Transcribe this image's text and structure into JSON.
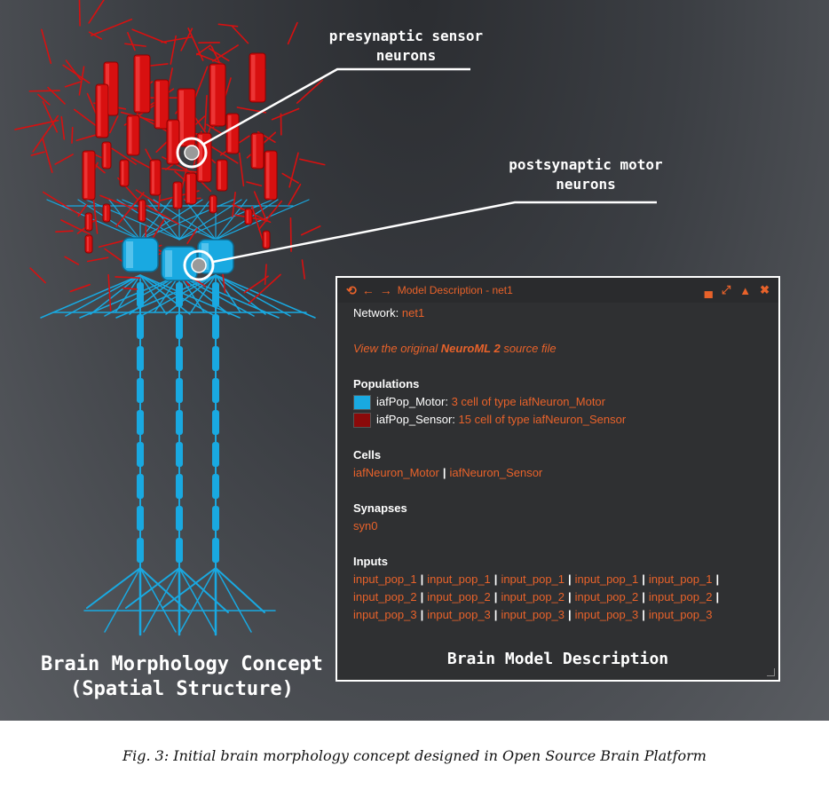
{
  "scene": {
    "callout_presynaptic": "presynaptic sensor\nneurons",
    "callout_postsynaptic": "postsynaptic motor\nneurons",
    "caption_line1": "Brain Morphology Concept",
    "caption_line2": "(Spatial Structure)",
    "colors": {
      "sensor": "#d81010",
      "motor": "#19a9e1"
    }
  },
  "panel": {
    "title": "Model Description - net1",
    "icons": [
      "history-icon",
      "back-arrow-icon",
      "forward-arrow-icon",
      "minimize-icon",
      "maximize-icon",
      "collapse-icon",
      "close-icon"
    ],
    "network_label": "Network:",
    "network_value": "net1",
    "source_prefix": "View the original ",
    "source_bold": "NeuroML 2",
    "source_suffix": " source file",
    "populations_header": "Populations",
    "populations": [
      {
        "name": "iafPop_Motor:",
        "desc": "3 cell of type iafNeuron_Motor",
        "color": "#19a9e1"
      },
      {
        "name": "iafPop_Sensor:",
        "desc": "15 cell of type iafNeuron_Sensor",
        "color": "#8b0a0a"
      }
    ],
    "cells_header": "Cells",
    "cells": [
      "iafNeuron_Motor",
      "iafNeuron_Sensor"
    ],
    "synapses_header": "Synapses",
    "synapses": [
      "syn0"
    ],
    "inputs_header": "Inputs",
    "inputs": [
      [
        "input_pop_1",
        "input_pop_1",
        "input_pop_1",
        "input_pop_1",
        "input_pop_1"
      ],
      [
        "input_pop_2",
        "input_pop_2",
        "input_pop_2",
        "input_pop_2",
        "input_pop_2"
      ],
      [
        "input_pop_3",
        "input_pop_3",
        "input_pop_3",
        "input_pop_3",
        "input_pop_3"
      ]
    ],
    "caption": "Brain Model Description"
  },
  "figure_caption": "Fig. 3: Initial brain morphology concept designed in Open Source Brain Platform"
}
